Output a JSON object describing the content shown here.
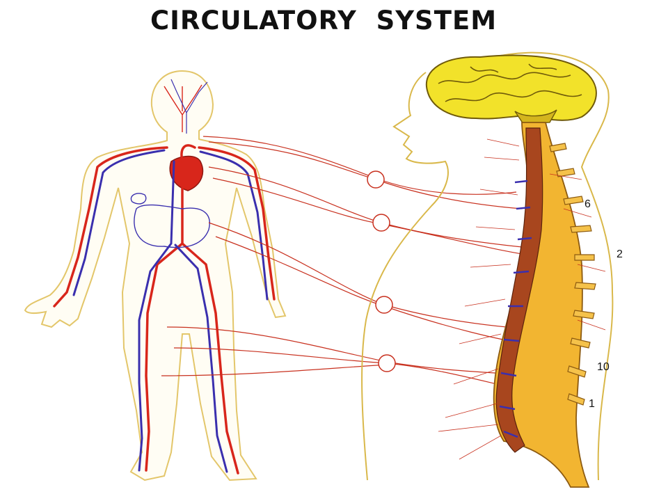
{
  "title": "CIRCULATORY  SYSTEM",
  "spine_labels": [
    "6",
    "2",
    "10",
    "1"
  ],
  "colors": {
    "artery": "#d8261b",
    "vein": "#3a2fae",
    "nerve": "#c8301e",
    "brain": "#f2e22a",
    "spine": "#f2b531",
    "spinal_cord": "#a8461e",
    "outline": "#d9b84a"
  }
}
